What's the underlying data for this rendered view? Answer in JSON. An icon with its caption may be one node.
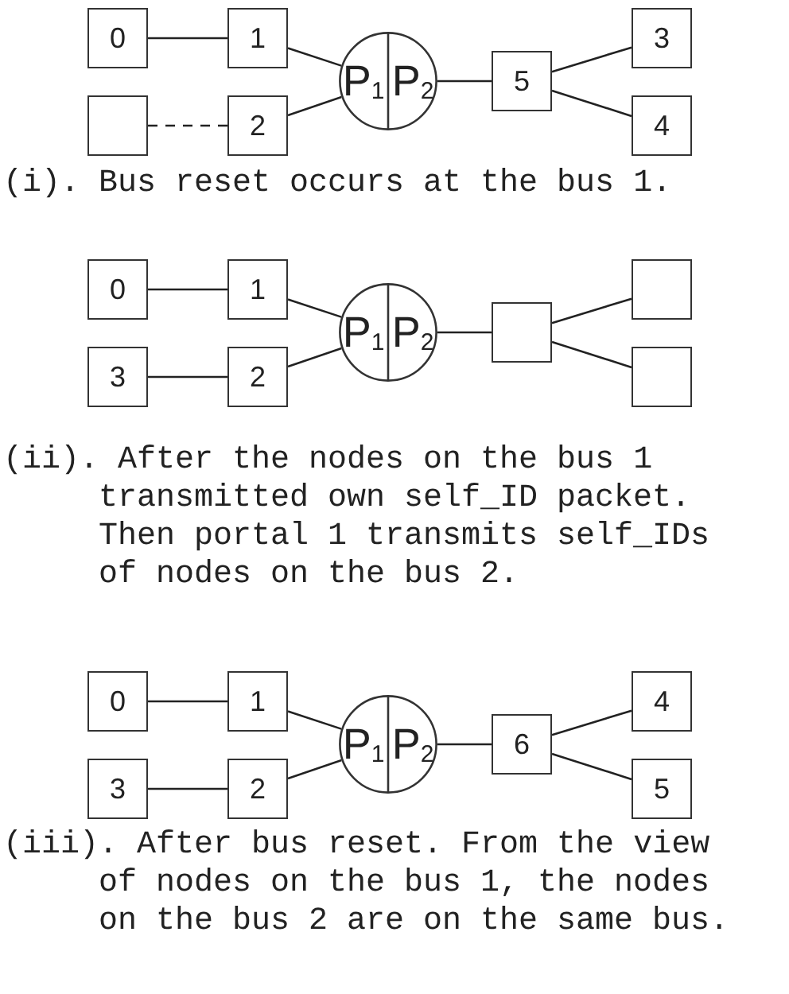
{
  "diagram": {
    "nodes": [
      {
        "text": [
          "0"
        ]
      },
      {
        "text": [
          "1"
        ]
      },
      {
        "text": [],
        "shape": "box"
      },
      {
        "text": [
          "2"
        ]
      },
      {
        "text": [
          "P$_{1}$",
          "P$_{2}$"
        ]
      },
      {
        "text": [
          "5"
        ]
      },
      {
        "text": [
          "3"
        ]
      },
      {
        "text": [
          "4"
        ]
      },
      {
        "text": [
          "0"
        ]
      },
      {
        "text": [
          "1"
        ]
      },
      {
        "text": [
          "3"
        ]
      },
      {
        "text": [
          "2"
        ]
      },
      {
        "text": [
          "P$_{1}$",
          "P$_{2}$"
        ]
      },
      {
        "text": [],
        "shape": "box"
      },
      {
        "text": [],
        "shape": "box"
      },
      {
        "text": [],
        "shape": "box"
      },
      {
        "text": [
          "0"
        ]
      },
      {
        "text": [
          "1"
        ]
      },
      {
        "text": [
          "3"
        ]
      },
      {
        "text": [
          "2"
        ]
      },
      {
        "text": [
          "P$_{1}$",
          "P$_{2}$"
        ]
      },
      {
        "text": [
          "6"
        ]
      },
      {
        "text": [
          "4"
        ]
      },
      {
        "text": [
          "5"
        ]
      }
    ],
    "edges": [
      {
        "from": 0,
        "to": 1,
        "arrow": "none"
      },
      {
        "from": 2,
        "to": 3,
        "arrow": "none",
        "style": "dashed"
      },
      {
        "from": 1,
        "to": 4,
        "arrow": "none"
      },
      {
        "from": 3,
        "to": 4,
        "arrow": "none"
      },
      {
        "from": 4,
        "to": 5,
        "arrow": "none"
      },
      {
        "from": 5,
        "to": 6,
        "arrow": "none"
      },
      {
        "from": 5,
        "to": 7,
        "arrow": "none"
      },
      {
        "from": 8,
        "to": 9,
        "arrow": "none"
      },
      {
        "from": 10,
        "to": 11,
        "arrow": "none"
      },
      {
        "from": 9,
        "to": 12,
        "arrow": "none"
      },
      {
        "from": 11,
        "to": 12,
        "arrow": "none"
      },
      {
        "from": 12,
        "to": 13,
        "arrow": "none"
      },
      {
        "from": 13,
        "to": 14,
        "arrow": "none"
      },
      {
        "from": 13,
        "to": 15,
        "arrow": "none"
      },
      {
        "from": 16,
        "to": 17,
        "arrow": "none"
      },
      {
        "from": 18,
        "to": 19,
        "arrow": "none"
      },
      {
        "from": 17,
        "to": 20,
        "arrow": "none"
      },
      {
        "from": 19,
        "to": 20,
        "arrow": "none"
      },
      {
        "from": 20,
        "to": 21,
        "arrow": "none"
      },
      {
        "from": 21,
        "to": 22,
        "arrow": "none"
      },
      {
        "from": 21,
        "to": 23,
        "arrow": "none"
      }
    ],
    "labels": [
      "(i). Bus reset occurs at the bus 1.",
      "(ii). After the nodes on the bus 1 transmitted own self_ID packet. Then portal 1 transmits self_IDs of nodes on the bus 2.",
      "(iii). After bus reset. From the view of nodes on the bus 1, the nodes on the bus 2 are on the same bus."
    ]
  }
}
